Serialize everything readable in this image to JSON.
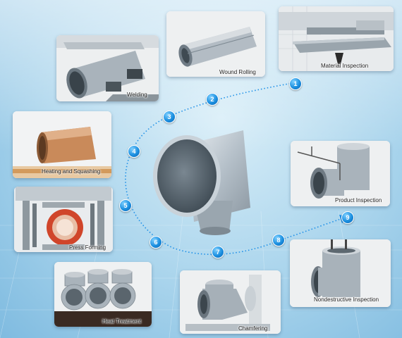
{
  "steps": [
    {
      "number": "1",
      "label": "Material Inspection"
    },
    {
      "number": "2",
      "label": "Wound Rolling"
    },
    {
      "number": "3",
      "label": "Welding"
    },
    {
      "number": "4",
      "label": "Heating and Squashing"
    },
    {
      "number": "5",
      "label": "Press Forming"
    },
    {
      "number": "6",
      "label": "Heat Treatment"
    },
    {
      "number": "7",
      "label": "Chamfering"
    },
    {
      "number": "8",
      "label": "Nondestructive Inspection"
    },
    {
      "number": "9",
      "label": "Product Inspection"
    }
  ],
  "colors": {
    "badge": "#1b8fe0",
    "flow_arrow": "#1e90e8",
    "steel": "#aab4bf",
    "heated_pipe": "#c98a5a",
    "press_die": "#d0452a"
  }
}
